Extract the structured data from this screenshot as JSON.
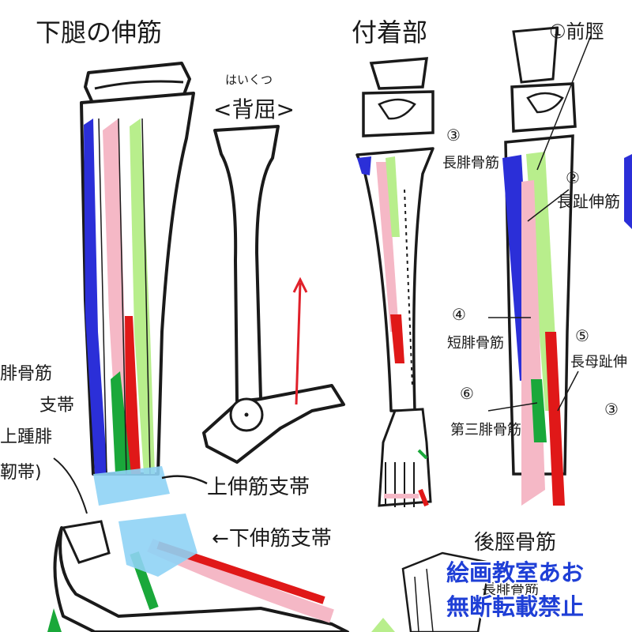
{
  "labels": {
    "title_main": "下腿の伸筋",
    "title_attach": "付着部",
    "dorsiflex_furigana": "はいくつ",
    "dorsiflex": "<背屈>",
    "m1": "①前脛",
    "m2_num": "②",
    "m2": "長趾伸筋",
    "m3_num": "③",
    "m3": "長腓骨筋",
    "m4_num": "④",
    "m4": "短腓骨筋",
    "m5_num": "⑤",
    "m5": "長母趾伸",
    "m6_num": "⑥",
    "m6": "第三腓骨筋",
    "m3b": "③",
    "retinaculum_left_1": "腓骨筋",
    "retinaculum_left_2": "支帯",
    "retinaculum_left_3": "上踵腓",
    "retinaculum_left_4": "靭帯)",
    "superior_retinaculum": "上伸筋支帯",
    "inferior_retinaculum": "←下伸筋支帯",
    "tibialis_posterior": "後脛骨筋",
    "bottom_partial": "長腓骨筋"
  },
  "watermark": {
    "line1": "絵画教室あお",
    "line2": "無断転載禁止"
  },
  "colors": {
    "tibialis_anterior": "#b8ee8c",
    "extensor_digitorum": "#f5b8c6",
    "peroneus": "#2b2fd8",
    "extensor_hallucis": "#e01818",
    "peroneus_tertius": "#1aa83a",
    "retinaculum": "#8fd3f5",
    "ink": "#1a1a1a",
    "arrow": "#e0202a",
    "watermark": "#1f3fd6"
  }
}
